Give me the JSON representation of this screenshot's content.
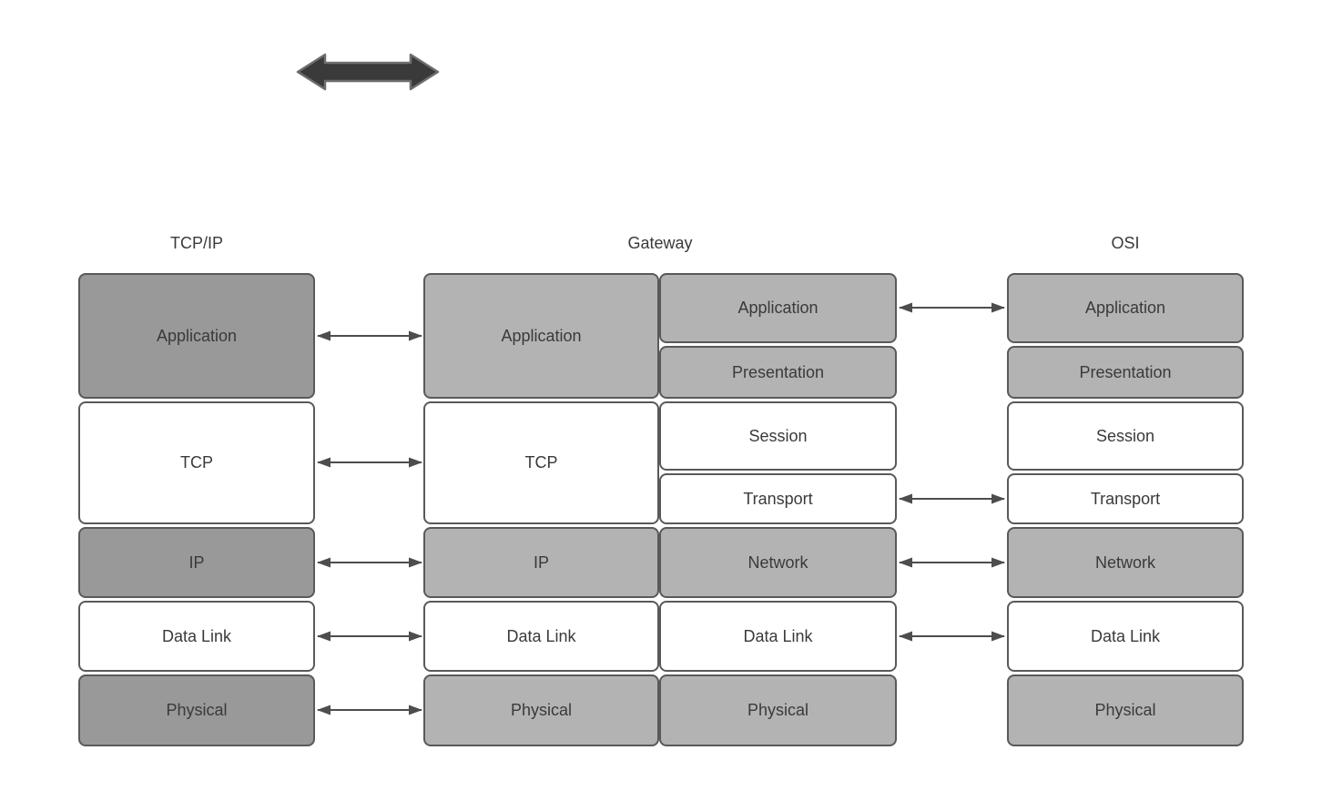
{
  "colors": {
    "dark_gray": "#999999",
    "light_gray": "#b3b3b3",
    "white": "#ffffff",
    "border": "#595959",
    "connector_arrow": "#4d4d4d",
    "top_arrow_fill": "#3a3a3a",
    "top_arrow_stroke": "#6e6e6e",
    "text": "#3a3a3a"
  },
  "top_arrow": {
    "meaning": "bidirectional-exchange"
  },
  "headers": {
    "tcpip": "TCP/IP",
    "gateway": "Gateway",
    "osi": "OSI"
  },
  "tcpip_stack": {
    "layers": [
      {
        "label": "Application"
      },
      {
        "label": "TCP"
      },
      {
        "label": "IP"
      },
      {
        "label": "Data Link"
      },
      {
        "label": "Physical"
      }
    ]
  },
  "gateway": {
    "left_layers": [
      {
        "label": "Application"
      },
      {
        "label": "TCP"
      },
      {
        "label": "IP"
      },
      {
        "label": "Data Link"
      },
      {
        "label": "Physical"
      }
    ],
    "right_layers": [
      {
        "label": "Application"
      },
      {
        "label": "Presentation"
      },
      {
        "label": "Session"
      },
      {
        "label": "Transport"
      },
      {
        "label": "Network"
      },
      {
        "label": "Data Link"
      },
      {
        "label": "Physical"
      }
    ]
  },
  "osi_stack": {
    "layers": [
      {
        "label": "Application"
      },
      {
        "label": "Presentation"
      },
      {
        "label": "Session"
      },
      {
        "label": "Transport"
      },
      {
        "label": "Network"
      },
      {
        "label": "Data Link"
      },
      {
        "label": "Physical"
      }
    ]
  }
}
